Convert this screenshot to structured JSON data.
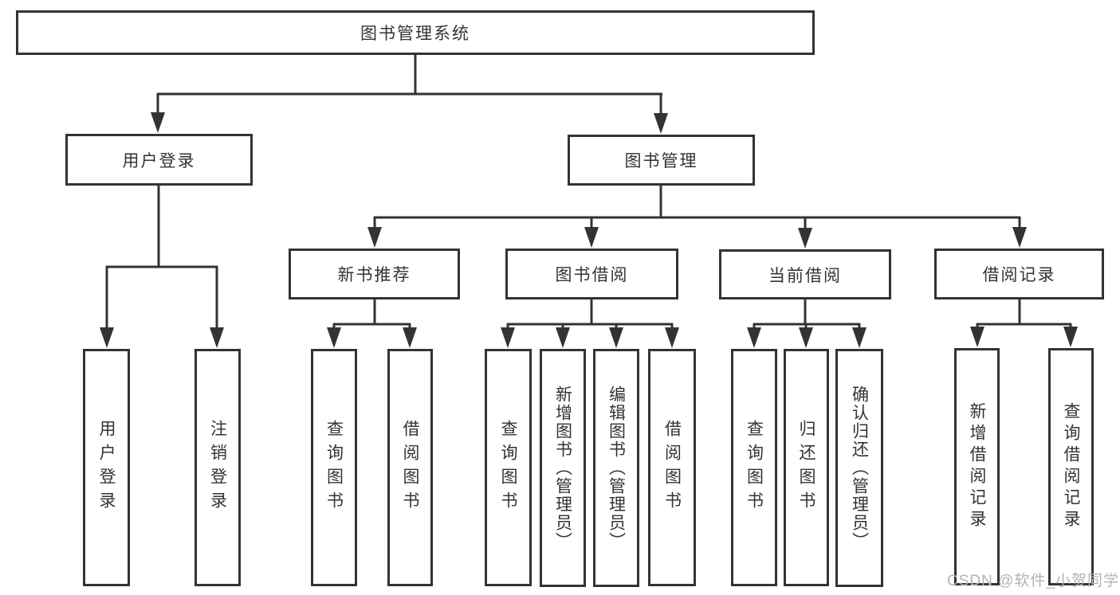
{
  "tree": {
    "label": "图书管理系统",
    "children": [
      {
        "label": "用户登录",
        "children": [
          {
            "label": "用户登录"
          },
          {
            "label": "注销登录"
          }
        ]
      },
      {
        "label": "图书管理",
        "children": [
          {
            "label": "新书推荐",
            "children": [
              {
                "label": "查询图书"
              },
              {
                "label": "借阅图书"
              }
            ]
          },
          {
            "label": "图书借阅",
            "children": [
              {
                "label": "查询图书"
              },
              {
                "label": "新增图书（管理员）"
              },
              {
                "label": "编辑图书（管理员）"
              },
              {
                "label": "借阅图书"
              }
            ]
          },
          {
            "label": "当前借阅",
            "children": [
              {
                "label": "查询图书"
              },
              {
                "label": "归还图书"
              },
              {
                "label": "确认归还（管理员）"
              }
            ]
          },
          {
            "label": "借阅记录",
            "children": [
              {
                "label": "新增借阅记录"
              },
              {
                "label": "查询借阅记录"
              }
            ]
          }
        ]
      }
    ]
  },
  "watermark": {
    "text": "CSDN @软件_小贺同学"
  },
  "colors": {
    "line": "#333333",
    "box_border": "#333333",
    "text": "#333333",
    "watermark": "#b3b3b3",
    "background": "#ffffff"
  }
}
